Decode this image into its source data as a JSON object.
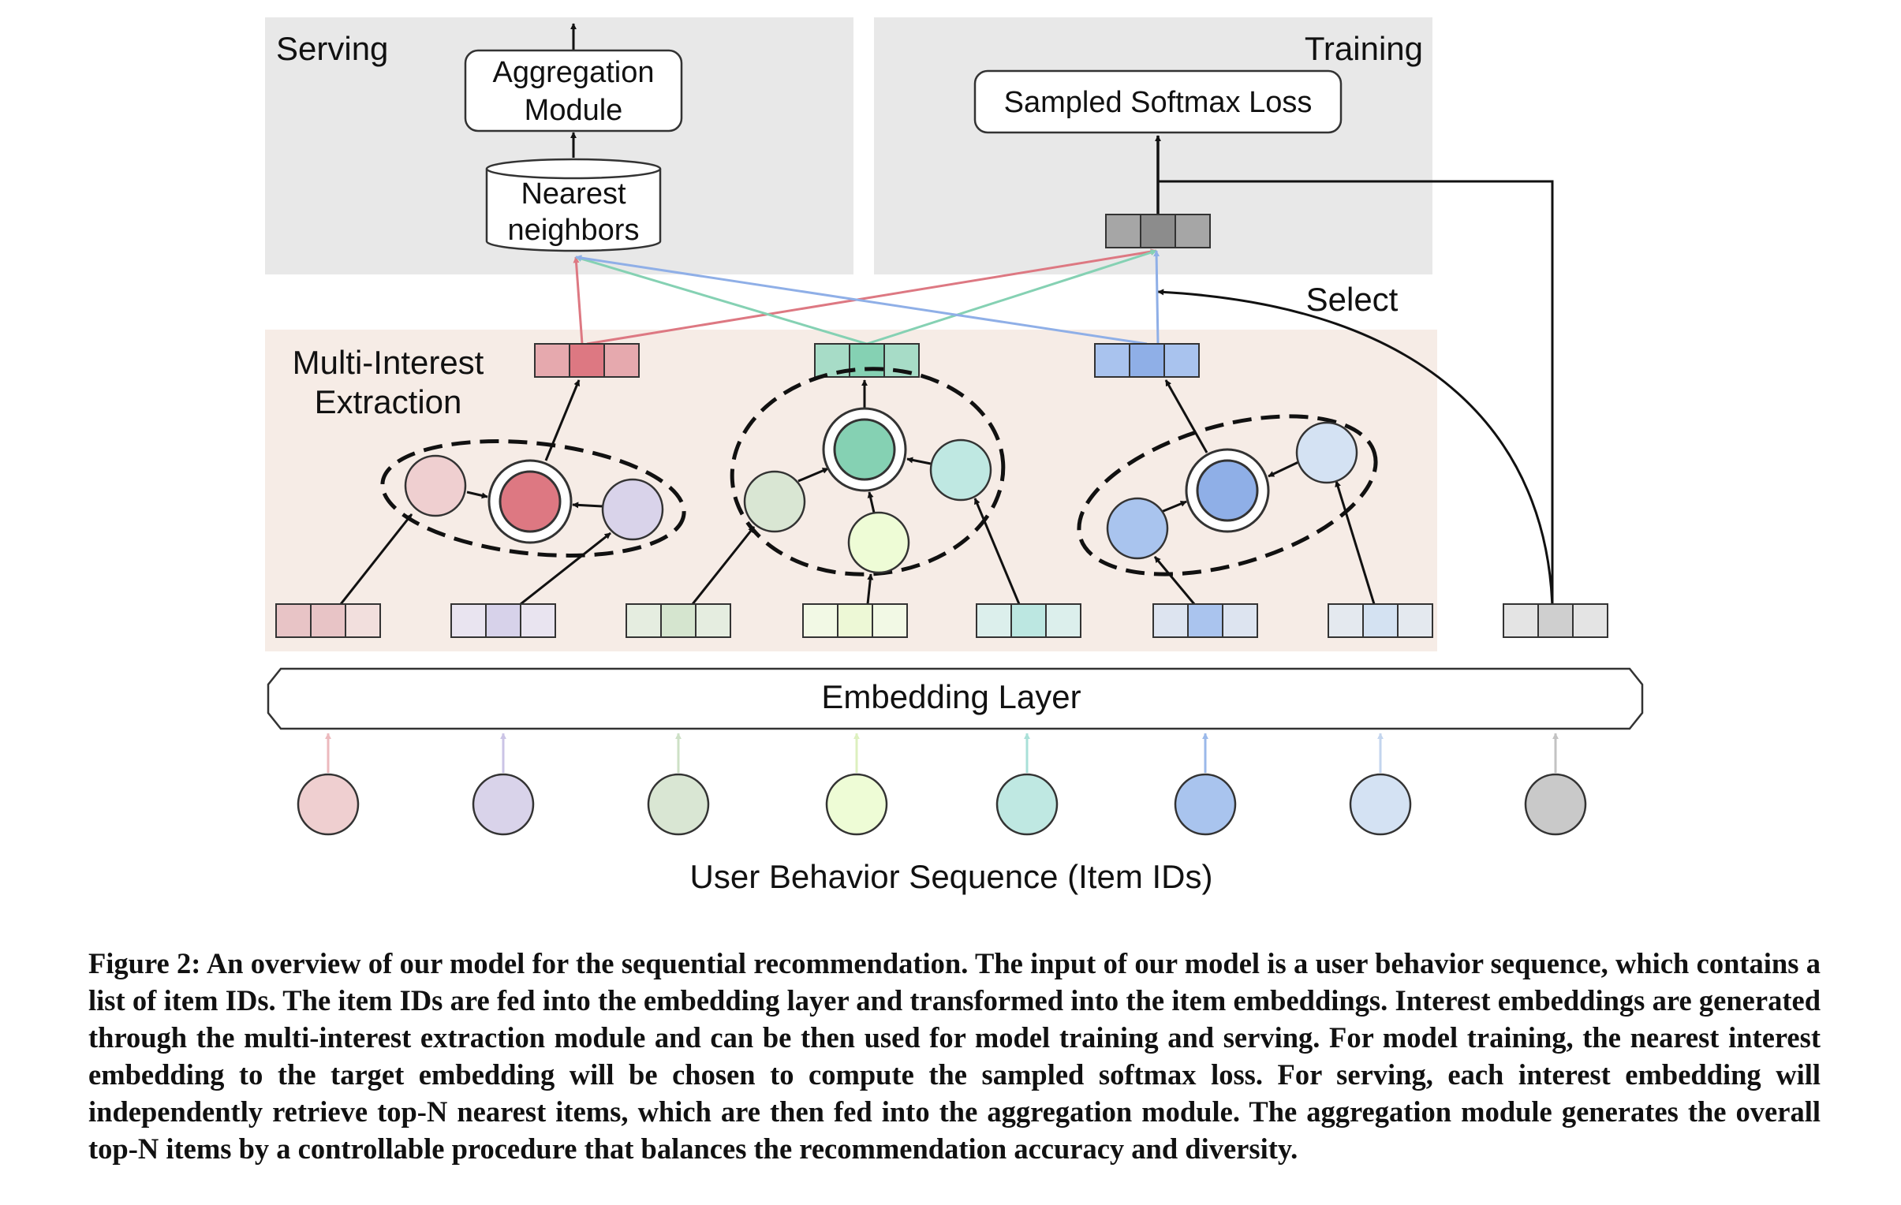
{
  "serving_panel": {
    "label": "Serving",
    "color": "#e8e8e8"
  },
  "training_panel": {
    "label": "Training",
    "color": "#e8e8e8"
  },
  "aggregation_module": {
    "line1": "Aggregation",
    "line2": "Module"
  },
  "nearest_neighbors": {
    "line1": "Nearest",
    "line2": "neighbors"
  },
  "sampled_softmax_loss": {
    "label": "Sampled Softmax Loss"
  },
  "select_label": "Select",
  "extraction_panel": {
    "line1": "Multi-Interest",
    "line2": "Extraction",
    "color": "#f6ece6"
  },
  "embedding_layer": {
    "label": "Embedding Layer"
  },
  "sequence_label": "User Behavior Sequence (Item IDs)",
  "interests": [
    {
      "name": "red",
      "strong": "#dd7882",
      "mid": "#e6a9ae",
      "light": "#edc6c8",
      "pale": "#f1d9d8",
      "arrow": "#dd7882"
    },
    {
      "name": "green",
      "strong": "#85d1b3",
      "mid": "#a7dcc7",
      "light": "#bfe3d2",
      "pale": "#d6eee3",
      "arrow": "#85d1b3"
    },
    {
      "name": "blue",
      "strong": "#8fafe7",
      "mid": "#a9c3ee",
      "light": "#bcd0f2",
      "pale": "#dde6f5",
      "arrow": "#8fafe7"
    }
  ],
  "items": [
    {
      "fill": "#efcfd0",
      "main": "#e8c4c6",
      "pale": "#f2dfdd",
      "arrow": "#ecb9bd"
    },
    {
      "fill": "#d9d3ea",
      "main": "#d7d2ea",
      "pale": "#e9e4f0",
      "arrow": "#cbc4e6"
    },
    {
      "fill": "#d9e6d3",
      "main": "#d5e5cf",
      "pale": "#e5ede0",
      "arrow": "#cde0c6"
    },
    {
      "fill": "#eefcd6",
      "main": "#edf8d6",
      "pale": "#f2f9e5",
      "arrow": "#ddf0bf"
    },
    {
      "fill": "#bfe8e2",
      "main": "#bce7e1",
      "pale": "#dcefec",
      "arrow": "#a9e0d8"
    },
    {
      "fill": "#a9c4ee",
      "main": "#aac4ee",
      "pale": "#dde4f0",
      "arrow": "#9bb9ea"
    },
    {
      "fill": "#d4e2f3",
      "main": "#d4e2f2",
      "pale": "#e4e9ef",
      "arrow": "#c3d5ee"
    },
    {
      "fill": "#c9c9c9",
      "main": "#cfcfcf",
      "pale": "#e4e4e4",
      "arrow": "#c3c3c3"
    }
  ],
  "target_vector": {
    "a": "#a6a6a6",
    "b": "#8c8c8c",
    "c": "#a6a6a6"
  },
  "caption": "Figure 2: An overview of our model for the sequential recommendation. The input of our model is a user behavior sequence, which contains a list of item IDs. The item IDs are fed into the embedding layer and transformed into the item embeddings. Interest embeddings are generated through the multi-interest extraction module and can be then used for model training and serving. For model training, the nearest interest embedding to the target embedding will be chosen to compute the sampled softmax loss. For serving, each interest embedding will independently retrieve top-N nearest items, which are then fed into the aggregation module. The aggregation module generates the overall top-N items by a controllable procedure that balances the recommendation accuracy and diversity."
}
